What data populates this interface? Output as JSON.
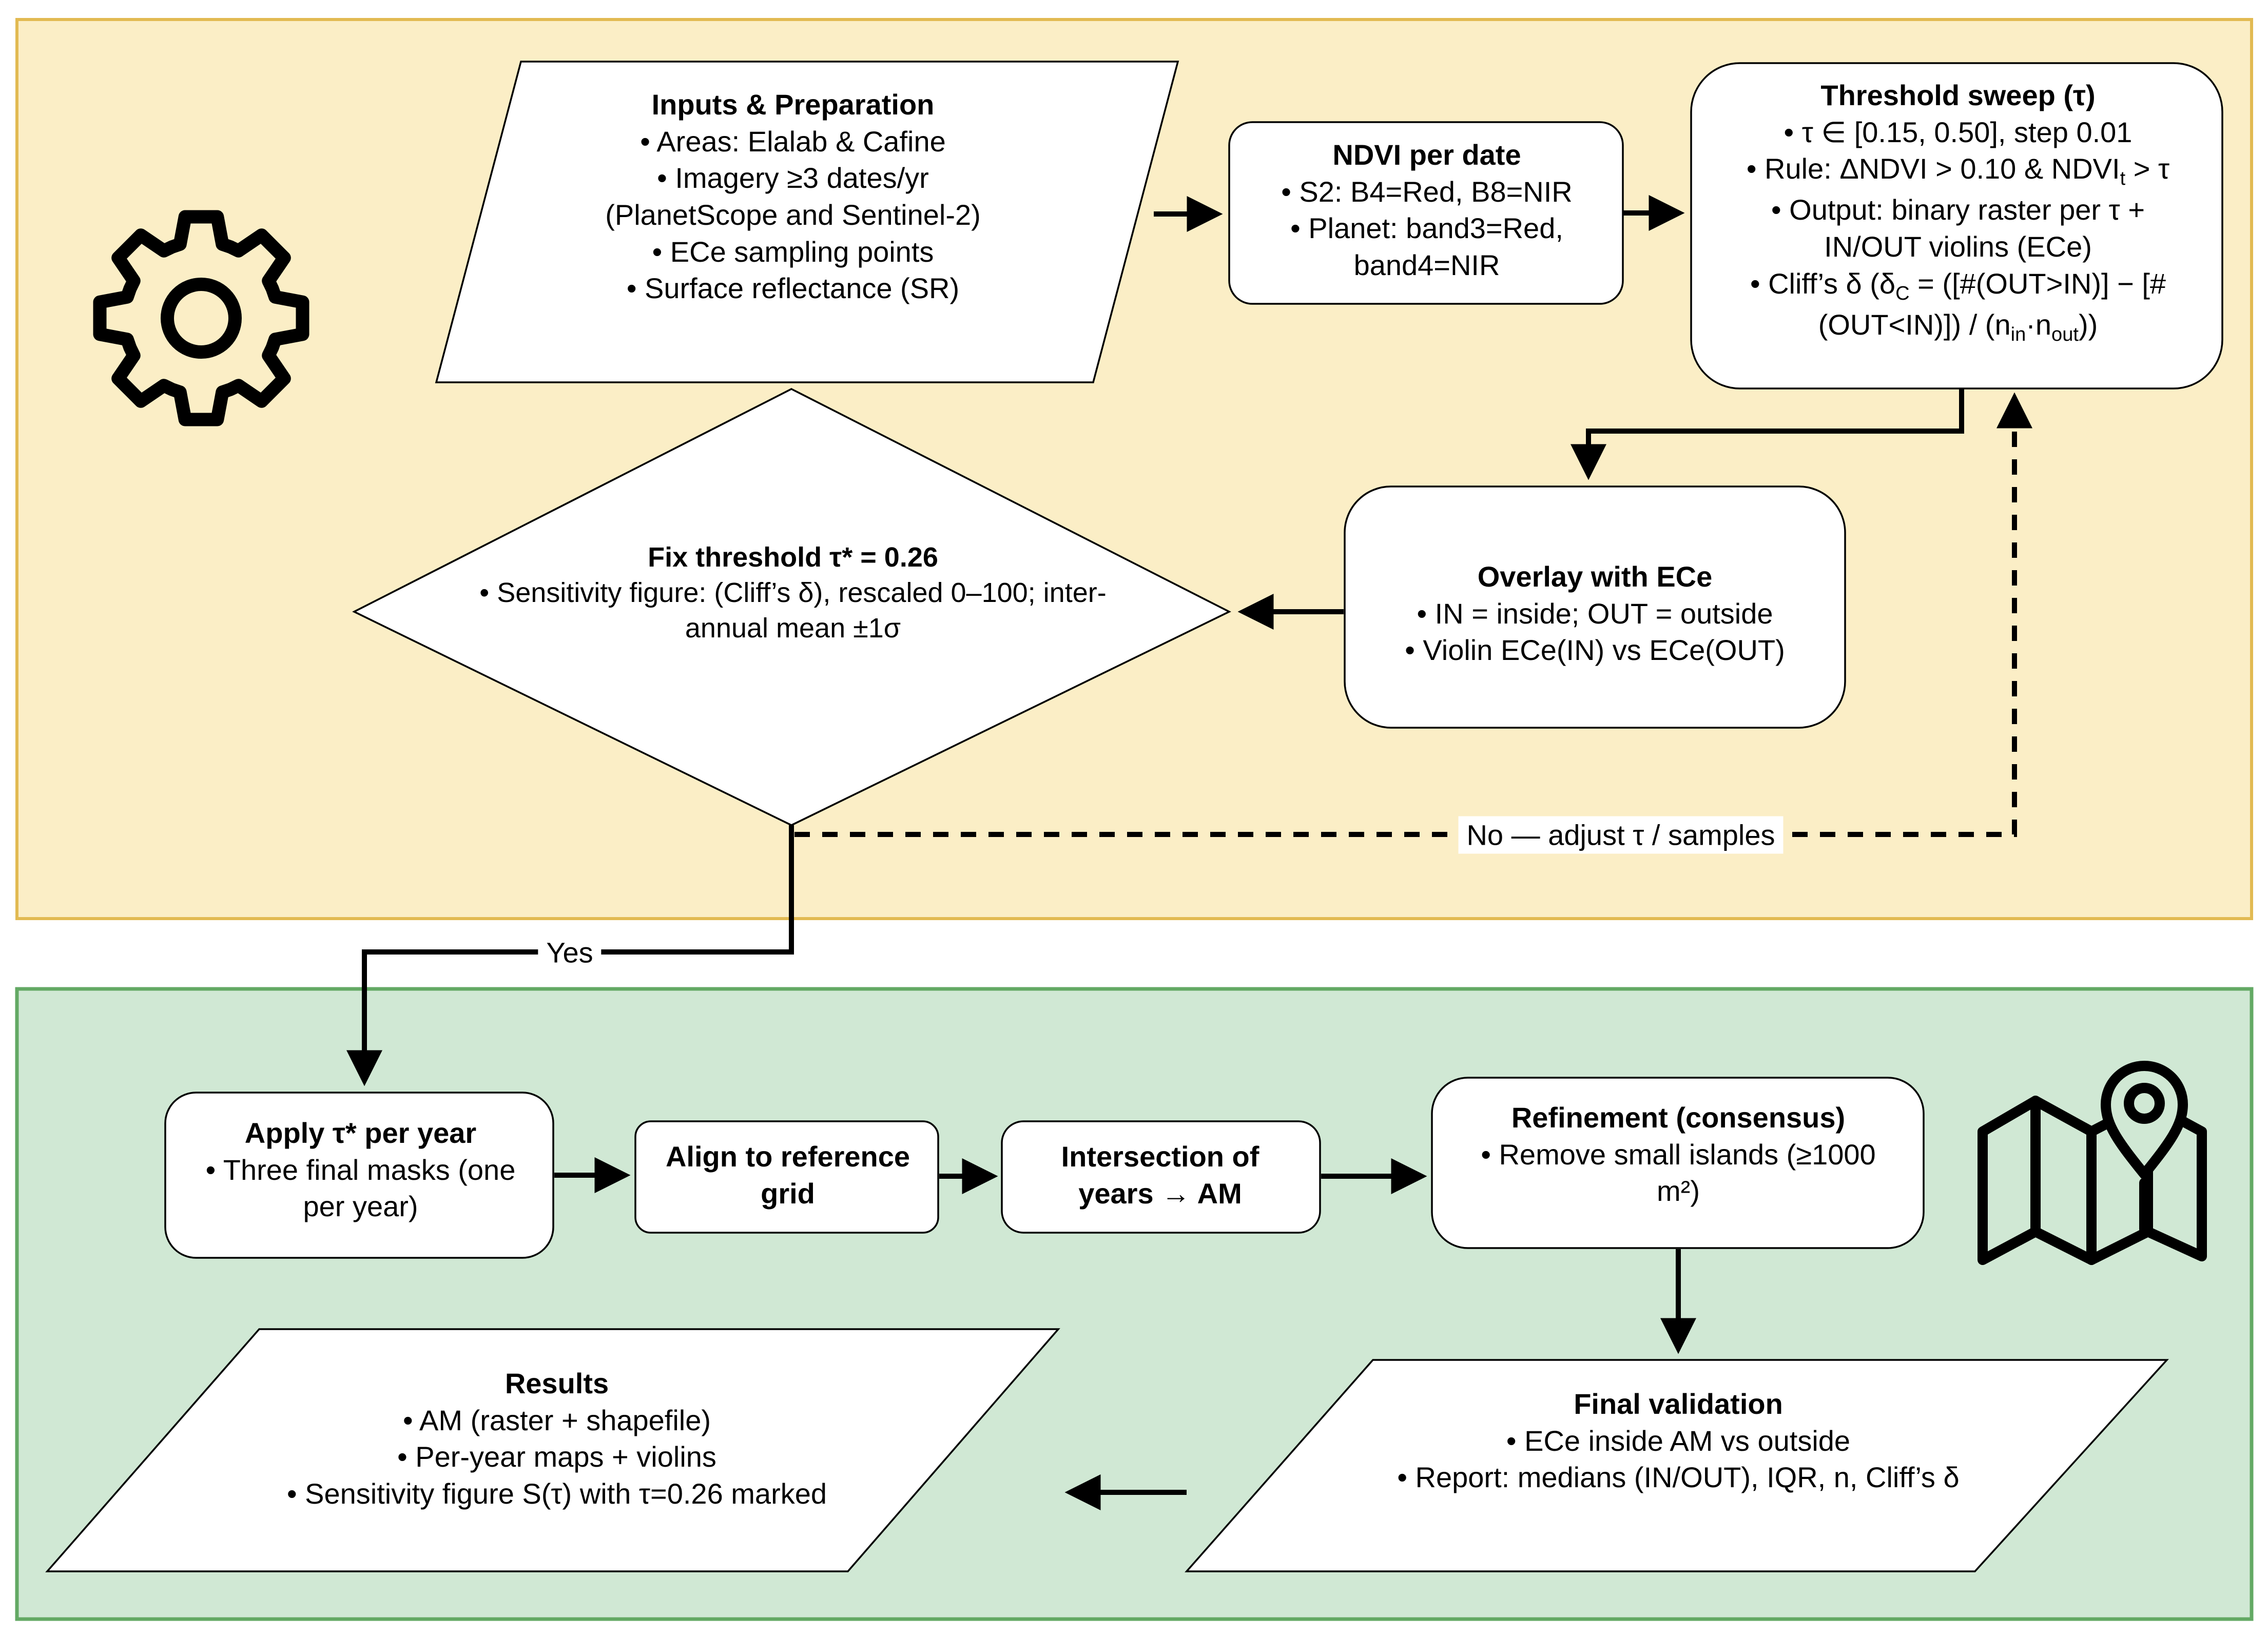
{
  "palette": {
    "phase1_fill": "#FBEEC6",
    "phase1_border": "#E2BA52",
    "phase2_fill": "#D0E8D4",
    "phase2_border": "#63A964",
    "node_fill": "#FFFFFF",
    "node_stroke": "#000000",
    "connector": "#000000"
  },
  "icons": {
    "left": "gear-icon",
    "right": "map-location-pin-icon"
  },
  "labels": {
    "yes": "Yes",
    "no": "No — adjust τ / samples"
  },
  "nodes": {
    "inputs": {
      "title": "Inputs & Preparation",
      "lines": [
        "• Areas: Elalab & Cafine",
        "• Imagery ≥3 dates/yr",
        "(PlanetScope and Sentinel-2)",
        "• ECe sampling points",
        "• Surface reflectance (SR)"
      ]
    },
    "ndvi": {
      "title": "NDVI per date",
      "lines": [
        "• S2: B4=Red, B8=NIR",
        "• Planet: band3=Red,",
        "band4=NIR"
      ]
    },
    "threshold": {
      "title": "Threshold sweep (τ)",
      "lines": [
        "• τ ∈ [0.15, 0.50], step 0.01",
        "• Rule: ΔNDVI > 0.10 & NDVI_{t} > τ",
        "• Output: binary raster per τ +",
        "IN/OUT violins (ECe)",
        "• Cliff’s δ (δ_{C} = ([#(OUT>IN)] − [#",
        "(OUT<IN)]) / (n_{in}·n_{out}))"
      ]
    },
    "decision": {
      "title": "Fix threshold τ* = 0.26",
      "lines": [
        "• Sensitivity figure: (Cliff’s δ), rescaled 0–100; inter-",
        "annual mean ±1σ"
      ]
    },
    "overlay": {
      "title": "Overlay with ECe",
      "lines": [
        "• IN = inside; OUT = outside",
        "• Violin ECe(IN) vs ECe(OUT)"
      ]
    },
    "apply": {
      "title": "Apply τ* per year",
      "lines": [
        "• Three final masks (one",
        "per year)"
      ]
    },
    "align": {
      "title": "",
      "lines": [
        "Align to reference",
        "grid"
      ]
    },
    "intersection": {
      "title": "",
      "lines": [
        "Intersection of",
        "years → AM"
      ]
    },
    "refinement": {
      "title": "Refinement (consensus)",
      "lines": [
        "• Remove small islands (≥1000",
        "m²)"
      ]
    },
    "final_validation": {
      "title": "Final validation",
      "lines": [
        "• ECe inside AM vs outside",
        "• Report: medians (IN/OUT), IQR, n, Cliff’s δ"
      ]
    },
    "results": {
      "title": "Results",
      "lines": [
        "• AM (raster + shapefile)",
        "• Per-year maps + violins",
        "• Sensitivity figure S(τ) with τ=0.26 marked"
      ]
    }
  }
}
